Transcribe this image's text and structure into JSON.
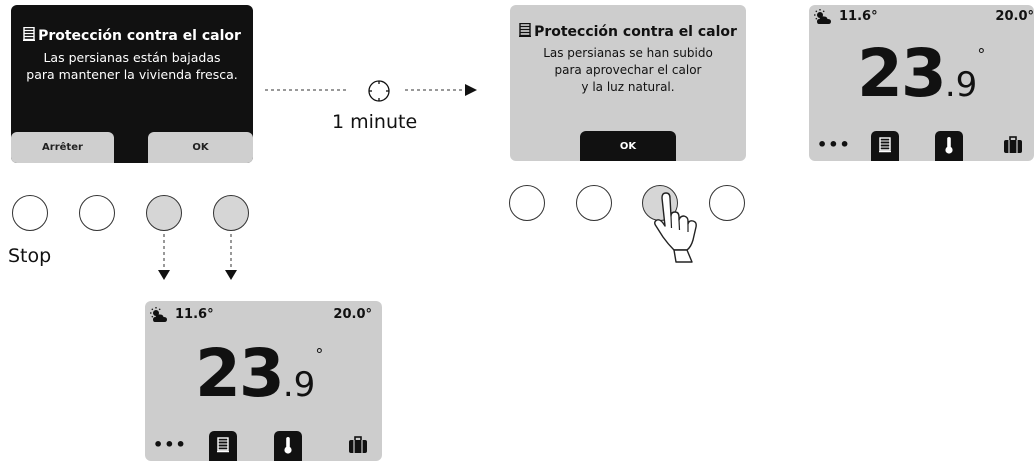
{
  "step1_dialog": {
    "title": "Protección contra el calor",
    "message_line1": "Las persianas están bajadas",
    "message_line2": "para mantener la vivienda fresca.",
    "stop_button": "Arrêter",
    "ok_button": "OK",
    "icon": "shutter-icon"
  },
  "step1_buttons": {
    "stop_caption": "Stop"
  },
  "transition": {
    "label": "1 minute",
    "icon": "clock-icon"
  },
  "step2_dialog": {
    "title": "Protección contra el calor",
    "message_line1": "Las persianas se han subido",
    "message_line2": "para aprovechar el calor",
    "message_line3": "y la luz natural.",
    "ok_button": "OK",
    "icon": "shutter-icon"
  },
  "thermostat_main": {
    "outdoor_temp": "11.6°",
    "setpoint": "20.0°",
    "temp_whole": "23",
    "temp_decimal": ".9",
    "degree": "°",
    "menu": "•••"
  },
  "thermostat_result": {
    "outdoor_temp": "11.6°",
    "setpoint": "20.0°",
    "temp_whole": "23",
    "temp_decimal": ".9",
    "degree": "°",
    "menu": "•••"
  },
  "colors": {
    "screen_dark": "#111111",
    "screen_light": "#cdcdcd",
    "button_pressed": "#d6d6d6"
  }
}
